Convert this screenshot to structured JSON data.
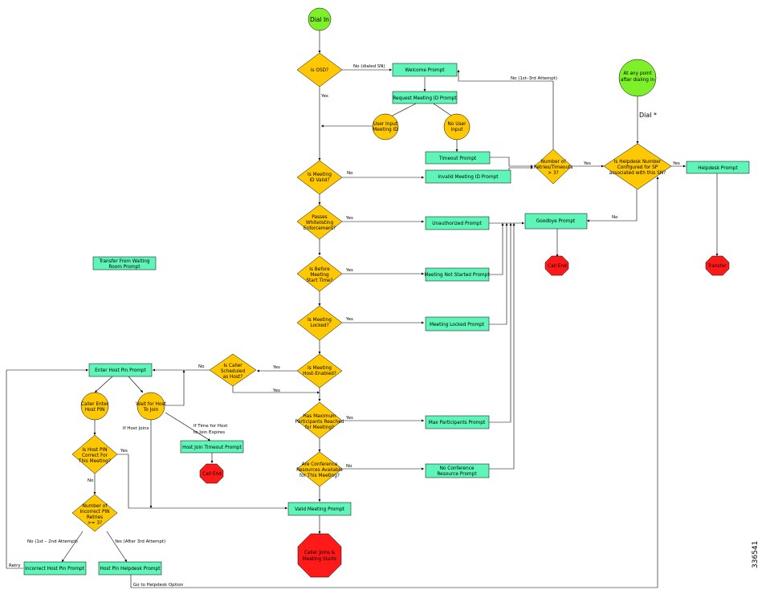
{
  "colors": {
    "start": "#7df02a",
    "process": "#5ff5b8",
    "decision": "#ffc800",
    "end": "#ff1a1a",
    "line": "#000000"
  },
  "nodes": {
    "dial_in": "Dial In",
    "is_osd": "Is OSD?",
    "welcome_prompt": "Welcome Prompt",
    "request_meeting_id": "Request Meeting ID Prompt",
    "user_input_meeting_id": [
      "User Input",
      "Meeting ID"
    ],
    "no_user_input": [
      "No User",
      "Input"
    ],
    "timeout_prompt": "Timeout Prompt",
    "is_meeting_id_valid": [
      "Is Meeting",
      "ID Valid?"
    ],
    "invalid_meeting_id_prompt": "Invalid Meeting ID Prompt",
    "number_of_retries": [
      "Number of",
      "Retries/Timeouts",
      "> 3?"
    ],
    "at_any_point": [
      "At any point",
      "after dialing in"
    ],
    "is_helpdesk_configured": [
      "Is Helpdesk Number",
      "Configured for SP",
      "associated with this SN?"
    ],
    "helpdesk_prompt": "Helpdesk Prompt",
    "transfer": "Transfer",
    "passes_whitelisting": [
      "Passes",
      "Whitelisting",
      "Enforcement?"
    ],
    "unauthorized_prompt": "Unauthorized Prompt",
    "goodbye_prompt": "Goodbye Prompt",
    "call_end": "Call End",
    "transfer_waiting_room": [
      "Transfer From Waiting",
      "Room Prompt"
    ],
    "is_before_start": [
      "Is Before",
      "Meeting",
      "Start Time?"
    ],
    "meeting_not_started_prompt": "Meeting Not Started Prompt",
    "is_meeting_locked": [
      "Is Meeting",
      "Locked?"
    ],
    "meeting_locked_prompt": "Meeting Locked Prompt",
    "is_host_enabled": [
      "Is Meeting",
      "Host-Enabled?"
    ],
    "is_caller_host": [
      "Is Caller",
      "Scheduled",
      "as Host?"
    ],
    "enter_host_pin_prompt": "Enter Host Pin Prompt",
    "caller_enter_host_pin": [
      "Caller Enter",
      "Host PIN"
    ],
    "wait_for_host": [
      "Wait for Host",
      "To Join"
    ],
    "has_max_participants": [
      "Has Maximum",
      "Participants Reached",
      "for Meeting?"
    ],
    "max_participants_prompt": "Max Participants Prompt",
    "host_join_timeout_prompt": "Host Join Timeout Prompt",
    "call_end_2": "Call End",
    "is_host_pin_correct": [
      "Is Host PIN",
      "Correct For",
      "This Meeting?"
    ],
    "conference_resources": [
      "Are Conference",
      "Resources Available",
      "for This Meeting?"
    ],
    "no_conference_resource_prompt": [
      "No Conference",
      "Resource Prompt"
    ],
    "number_incorrect_pin": [
      "Number of",
      "Incorrect PIN",
      "Retries",
      ">= 3?"
    ],
    "valid_meeting_prompt": "Valid Meeting Prompt",
    "caller_joins": [
      "Caller Joins &",
      "Meeting Starts"
    ],
    "incorrect_host_pin_prompt": "Incorrect Host Pin Prompt",
    "host_pin_helpdesk_prompt": "Host Pin Helpdesk Prompt"
  },
  "labels": {
    "no_dialed_sn": "No (dialed SN)",
    "yes_osd": "Yes",
    "no_1st_3rd": "No (1st–3rd Attempt)",
    "dial_star": "Dial  *",
    "no_meeting_id": "No",
    "yes_retries": "Yes",
    "yes_helpdesk": "Yes",
    "no_helpdesk": "No",
    "yes_whitelist": "Yes",
    "yes_before_start": "Yes",
    "yes_locked": "Yes",
    "yes_host_enabled": "Yes",
    "no_caller_host": "No",
    "yes_caller_host": "Yes",
    "yes_max": "Yes",
    "if_time_for_host": [
      "If Time for Host",
      "to Join Expires"
    ],
    "if_host_joins": "If Host Joins",
    "yes_pin_correct": "Yes",
    "no_pin_correct": "No",
    "no_resources": "No",
    "no_1st_2nd": "No (1st – 2nd Attempt)",
    "yes_after_3rd": "Yes (After 3rd Attempt)",
    "retry": "Retry",
    "go_to_helpdesk": "Go to Helpdesk Option"
  },
  "figure_id": "336541"
}
